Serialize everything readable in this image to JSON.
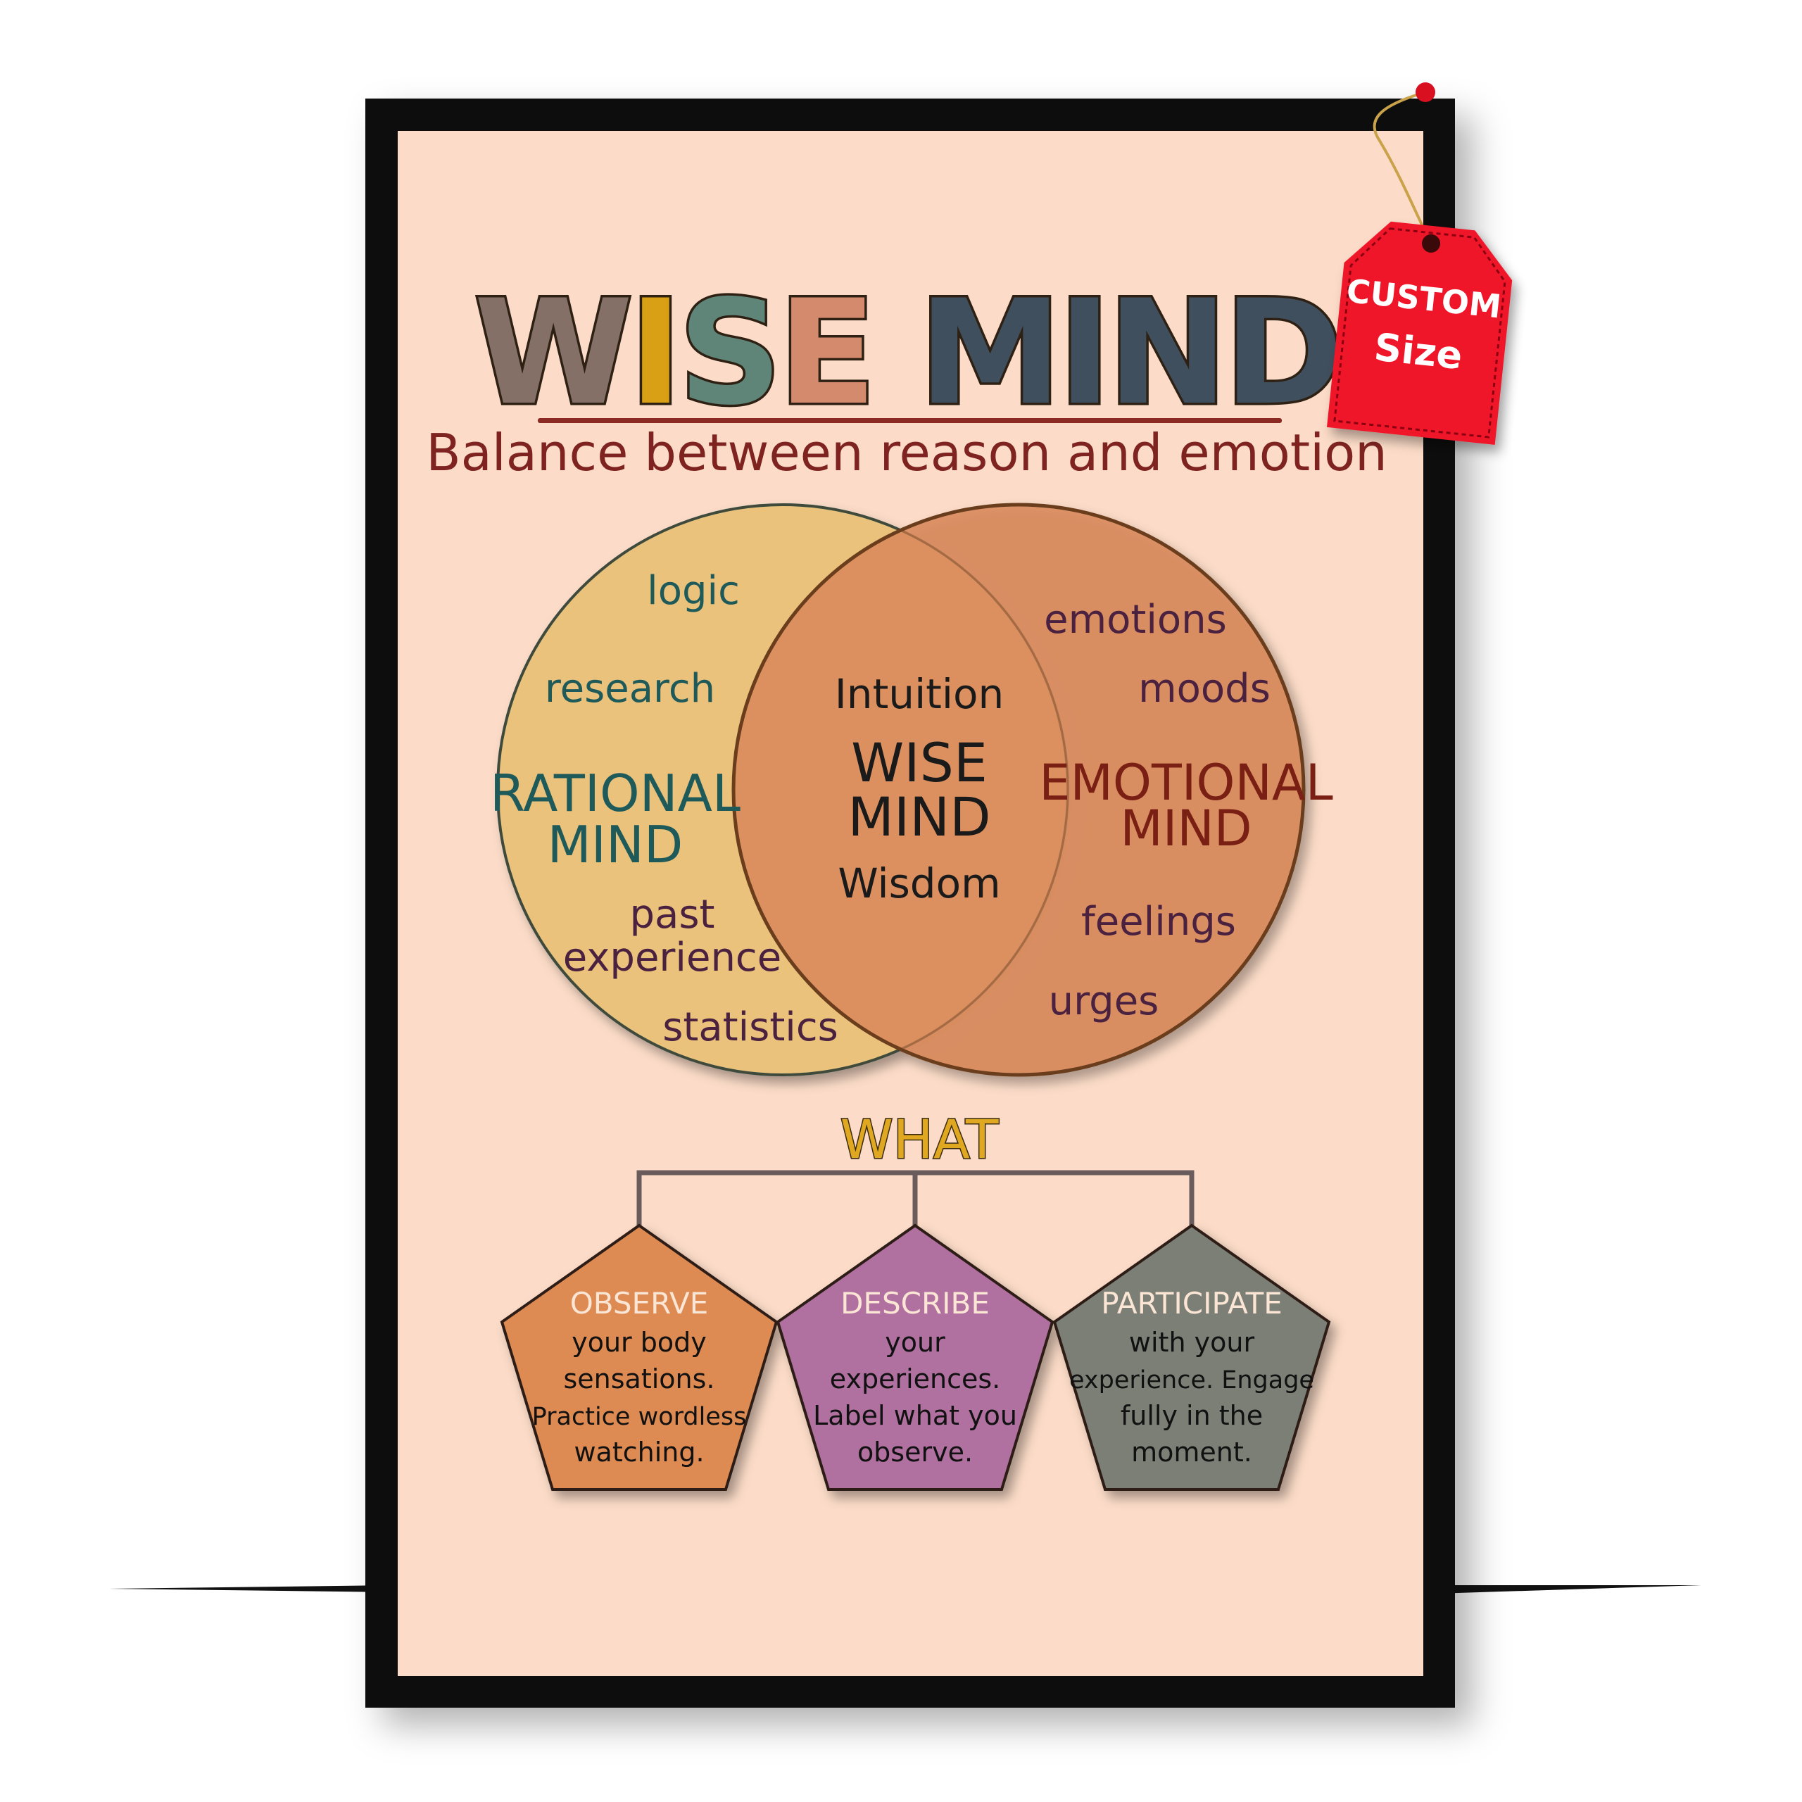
{
  "poster": {
    "title_words": [
      {
        "letters": [
          "W",
          "I",
          "S",
          "E"
        ],
        "colors": [
          "#857068",
          "#d9a016",
          "#5f8579",
          "#d48a6c"
        ]
      },
      {
        "letters": [
          "M",
          "I",
          "N",
          "D"
        ],
        "colors": [
          "#3f4f5e",
          "#3f4f5e",
          "#3f4f5e",
          "#3f4f5e"
        ]
      }
    ],
    "title": "WISE MIND",
    "subtitle": "Balance between reason and emotion",
    "venn": {
      "left": {
        "label_line1": "RATIONAL",
        "label_line2": "MIND",
        "words": [
          "logic",
          "research",
          "past",
          "experience",
          "statistics"
        ],
        "color": "#ebc27c"
      },
      "center": {
        "top": "Intuition",
        "label_line1": "WISE",
        "label_line2": "MIND",
        "bottom": "Wisdom"
      },
      "right": {
        "label_line1": "EMOTIONAL",
        "label_line2": "MIND",
        "words": [
          "emotions",
          "moods",
          "feelings",
          "urges"
        ],
        "color": "#d9895a"
      }
    },
    "what": {
      "heading": "WHAT",
      "items": [
        {
          "title": "OBSERVE",
          "lines": [
            "your body",
            "sensations.",
            "Practice wordless",
            "watching."
          ],
          "color": "#dd8a52"
        },
        {
          "title": "DESCRIBE",
          "lines": [
            "your",
            "experiences.",
            "Label what you",
            "observe."
          ],
          "color": "#b070a0"
        },
        {
          "title": "PARTICIPATE",
          "lines": [
            "with your",
            "experience. Engage",
            "fully in the",
            "moment."
          ],
          "color": "#7b7f76"
        }
      ]
    }
  },
  "tag": {
    "line1": "CUSTOM",
    "line2": "Size",
    "color": "#f0142a"
  }
}
